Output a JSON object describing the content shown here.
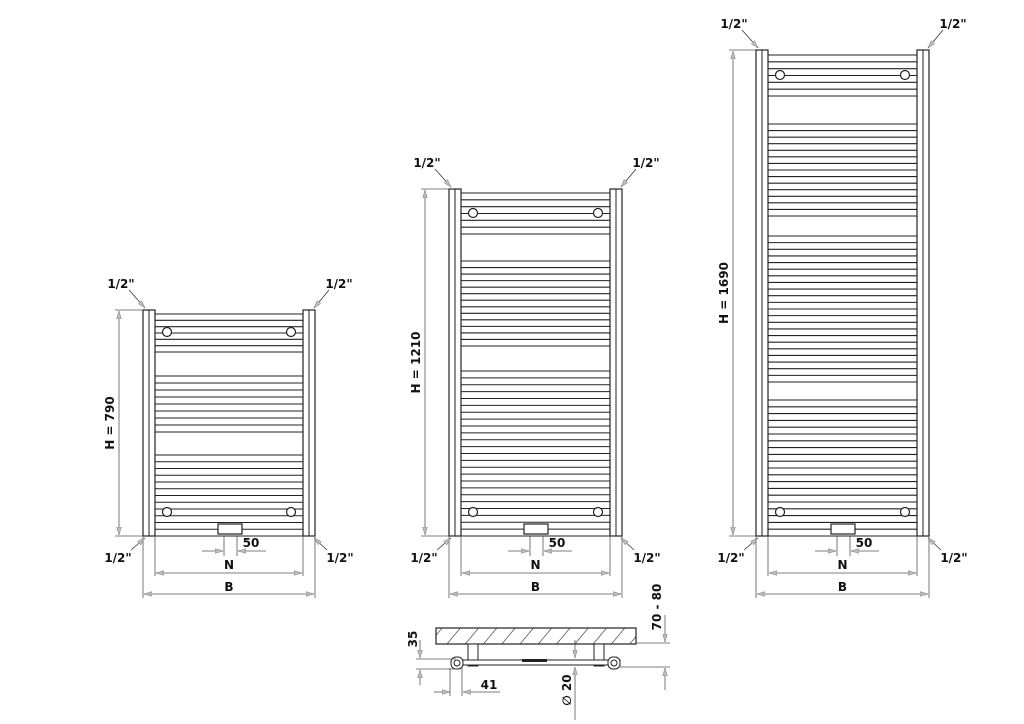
{
  "radiators": [
    {
      "height_label": "H = 790",
      "top_left_conn": "1/2\"",
      "top_right_conn": "1/2\"",
      "bottom_left_conn": "1/2\"",
      "bottom_right_conn": "1/2\"",
      "offset_label": "50",
      "n_label": "N",
      "b_label": "B"
    },
    {
      "height_label": "H = 1210",
      "top_left_conn": "1/2\"",
      "top_right_conn": "1/2\"",
      "bottom_left_conn": "1/2\"",
      "bottom_right_conn": "1/2\"",
      "offset_label": "50",
      "n_label": "N",
      "b_label": "B"
    },
    {
      "height_label": "H = 1690",
      "top_left_conn": "1/2\"",
      "top_right_conn": "1/2\"",
      "bottom_left_conn": "1/2\"",
      "bottom_right_conn": "1/2\"",
      "offset_label": "50",
      "n_label": "N",
      "b_label": "B"
    }
  ],
  "side_view": {
    "depth_label": "35",
    "wall_distance_label": "70 - 80",
    "bracket_offset_label": "41",
    "pipe_diameter_label": "∅ 20"
  }
}
